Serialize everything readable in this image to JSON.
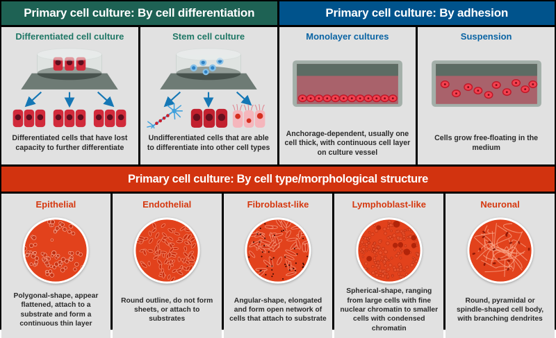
{
  "sections": {
    "differentiation": {
      "header": "Primary cell culture: By cell differentiation",
      "panels": [
        {
          "title": "Differentiated cell culture",
          "caption": "Differentiated cells that have lost capacity to further differentiate",
          "illustration": "petri-dish-with-red-differentiated-cells-and-three-arrows-to-identical-cell-groups"
        },
        {
          "title": "Stem cell culture",
          "caption": "Undifferentiated cells that are able to differentiate into other cell types",
          "illustration": "petri-dish-with-blue-stem-cells-and-arrows-to-neuron-red-cells-ciliated-cells"
        }
      ]
    },
    "adhesion": {
      "header": "Primary cell culture: By adhesion",
      "panels": [
        {
          "title": "Monolayer cultures",
          "caption": "Anchorage-dependent, usually one cell thick, with continuous cell layer on culture vessel",
          "illustration": "culture-vessel-with-single-cell-layer-on-bottom"
        },
        {
          "title": "Suspension",
          "caption": "Cells grow free-floating in the medium",
          "illustration": "culture-vessel-with-cells-floating-in-medium"
        }
      ]
    },
    "morphology": {
      "header": "Primary cell culture: By cell type/morphological structure",
      "panels": [
        {
          "title": "Epithelial",
          "caption": "Polygonal-shape, appear flattened, attach to a substrate and form a continuous thin layer",
          "texture": "epithelial",
          "illustration": "microscope-field-polygonal-cell-patches"
        },
        {
          "title": "Endothelial",
          "caption": "Round outline, do not form sheets, or attach to substrates",
          "texture": "endothelial",
          "illustration": "microscope-field-dense-oval-cells"
        },
        {
          "title": "Fibroblast-like",
          "caption": "Angular-shape, elongated and form open network of cells that attach to substrate",
          "texture": "fibroblast",
          "illustration": "microscope-field-spindle-cells-with-dark-nuclei"
        },
        {
          "title": "Lymphoblast-like",
          "caption": "Spherical-shape, ranging from large cells with fine nuclear chromatin to smaller cells with condensed chromatin",
          "texture": "lymphoblast",
          "illustration": "microscope-field-many-small-round-cells"
        },
        {
          "title": "Neuronal",
          "caption": "Round, pyramidal or spindle-shaped cell body, with branching dendrites",
          "texture": "neuronal",
          "illustration": "microscope-field-branching-neurites"
        }
      ]
    }
  },
  "colors": {
    "header_differentiation_bg": "#1E6254",
    "header_adhesion_bg": "#00538C",
    "header_morphology_bg": "#D2330F",
    "header_text": "#FFFFFF",
    "panel_bg": "#E1E1E1",
    "title_differentiation": "#1E7765",
    "title_adhesion": "#0A64A4",
    "title_morphology": "#D5380F",
    "caption_text": "#2B2B2B",
    "cell_red": "#D12B3B",
    "cell_dark_red": "#C2212F",
    "cell_pink": "#F5B6BC",
    "cell_blue": "#85C0E8",
    "arrow_blue": "#1577B5",
    "micro_circle": "#E2421C",
    "vessel_medium": "#A9626B",
    "vessel_band": "#5C6C64"
  }
}
